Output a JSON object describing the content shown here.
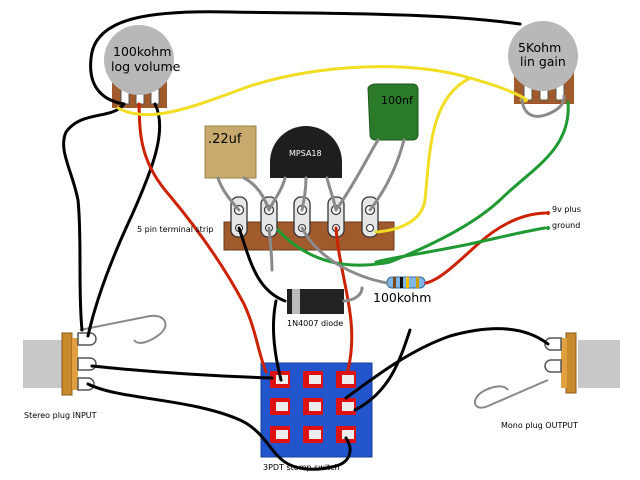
{
  "pots": {
    "volume": {
      "line1": "100kohm",
      "line2": "log volume"
    },
    "gain": {
      "line1": "5Kohm",
      "line2": "lin gain"
    }
  },
  "components": {
    "cap_22": ".22uf",
    "cap_100n": "100nf",
    "transistor": "MPSA18",
    "resistor": "100kohm",
    "diode": "1N4007 diode"
  },
  "labels": {
    "terminal_strip": "5 pin terminal strip",
    "nine_volt": "9v plus",
    "ground": "ground",
    "input_jack": "Stereo plug INPUT",
    "output_jack": "Mono plug OUTPUT",
    "switch": "3PDT stomp switch"
  },
  "colors": {
    "wire_black": "#000000",
    "wire_red": "#cc2200",
    "wire_yellow": "#f2dd22",
    "wire_green": "#1f9a33",
    "wire_gray": "#8a8a8a",
    "pot_body": "#b8b8b8",
    "pot_base": "#a05a2c",
    "strip": "#a05a2c",
    "switch_body": "#2255cc",
    "switch_lug": "#dd1111",
    "cap_tan": "#c8aa6e",
    "cap_green": "#2a7a2a",
    "jack_body": "#c8c8c8",
    "jack_ring": "#c8882a"
  }
}
